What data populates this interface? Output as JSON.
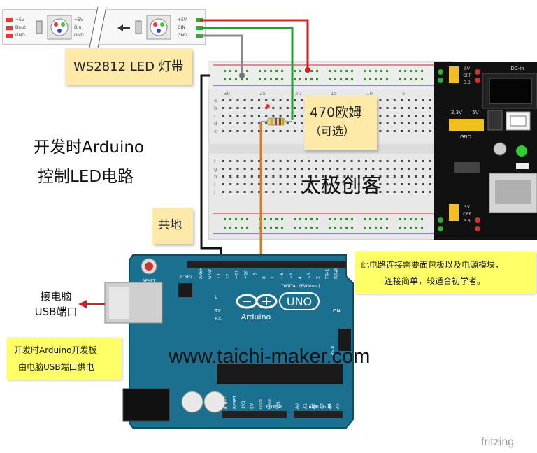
{
  "led_strip": {
    "pin_labels_left": [
      "DIN",
      "+5V",
      "GND"
    ],
    "pin_labels_top": [
      "+5V",
      "DIn",
      "GND"
    ],
    "pin_labels_right": [
      "+5V",
      "Dout",
      "GND"
    ],
    "note_label": "WS2812 LED 灯带"
  },
  "resistor": {
    "label_line1": "470欧姆",
    "label_line2": "（可选）"
  },
  "title": {
    "line1": "开发时Arduino",
    "line2": "控制LED电路"
  },
  "brand": "太极创客",
  "ground_note": "共地",
  "module_note": {
    "line1": "此电路连接需要面包板以及电源模块，",
    "line2": "连接简单，较适合初学者。"
  },
  "usb_note": {
    "line1": "接电脑",
    "line2": "USB端口"
  },
  "board_power_note": {
    "line1": "开发时Arduino开发板",
    "line2": "由电脑USB端口供电"
  },
  "website": "www.taichi-maker.com",
  "fritzing": "fritzing",
  "arduino": {
    "reset": "RESET",
    "icsp2": "ICSP2",
    "icsp": "ICSP",
    "uno": "UNO",
    "name": "Arduino",
    "on": "ON",
    "l": "L",
    "tx": "TX",
    "rx": "RX",
    "digital": "DIGITAL (PWM=~)",
    "power": "POWER",
    "analog": "ANALOG IN",
    "top_pins": [
      "AREF",
      "GND",
      "13",
      "12",
      "~11",
      "~10",
      "~9",
      "8",
      "7",
      "~6",
      "~5",
      "4",
      "~3",
      "2",
      "TX▸1",
      "RX◂0"
    ],
    "power_pins": [
      "IOREF",
      "RESET",
      "3V3",
      "5V",
      "GND",
      "GND",
      "VIN"
    ],
    "analog_pins": [
      "A0",
      "A1",
      "A2",
      "A3",
      "A4",
      "A5"
    ]
  },
  "power_module": {
    "dc_in": "DC-in",
    "v33": "3.3V",
    "v5": "5V",
    "gnd": "GND",
    "jumper_top": [
      "5V",
      "OFF",
      "3.3"
    ],
    "jumper_bottom": [
      "5V",
      "OFF",
      "3.3"
    ]
  },
  "breadboard": {
    "rows": [
      "a",
      "b",
      "c",
      "d",
      "e",
      "f",
      "g",
      "h",
      "i",
      "j"
    ],
    "cols": [
      "30",
      "25",
      "20",
      "15",
      "10",
      "5"
    ]
  },
  "colors": {
    "wire_red": "#d42020",
    "wire_green": "#20a030",
    "wire_black": "#111111",
    "wire_gray": "#888888",
    "wire_orange": "#e07818",
    "arduino_blue": "#1b6f8f",
    "note_yellow": "#fde9a8",
    "box_yellow": "#ffff66"
  }
}
